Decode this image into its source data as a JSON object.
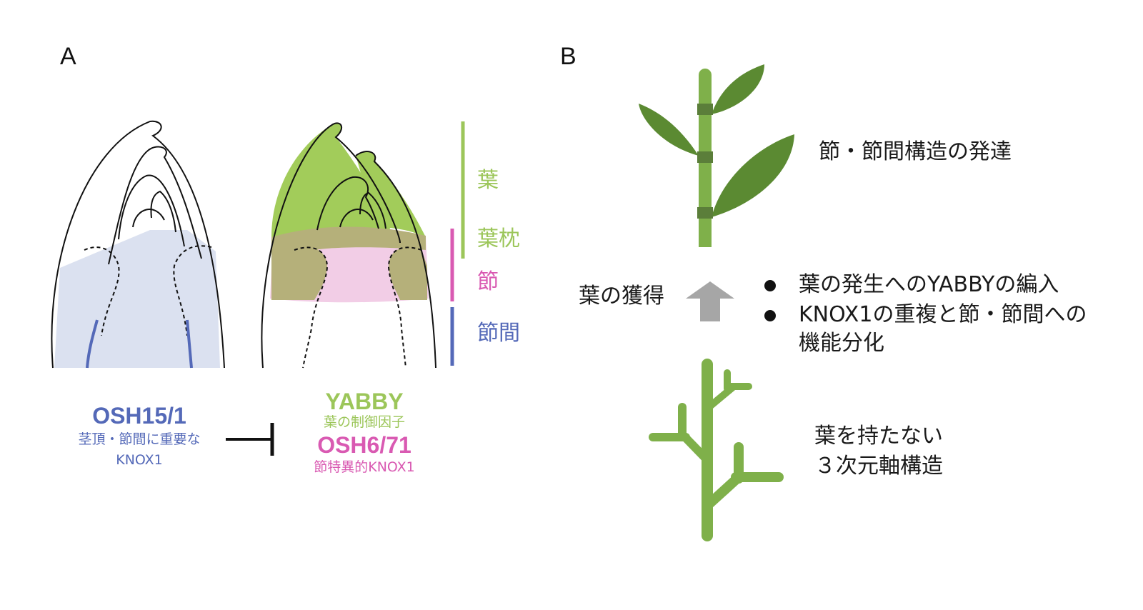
{
  "panel_a": {
    "label": "A",
    "zones": [
      {
        "label": "葉",
        "color": "#9cc65a"
      },
      {
        "label": "葉枕",
        "color": "#9cc65a"
      },
      {
        "label": "節",
        "color": "#d95ab2"
      },
      {
        "label": "節間",
        "color": "#5469b8"
      }
    ],
    "left_gene": {
      "name": "OSH15/1",
      "desc_line1": "茎頂・節間に重要な",
      "desc_line2": "KNOX1",
      "color": "#5469b8"
    },
    "right_gene_1": {
      "name": "YABBY",
      "desc": "葉の制御因子",
      "color": "#9cc65a"
    },
    "right_gene_2": {
      "name": "OSH6/71",
      "desc": "節特異的KNOX1",
      "color": "#d95ab2"
    },
    "colors": {
      "meristem_blue": "#dbe1f0",
      "leaf_green": "#a2cc5a",
      "node_pink": "#f2cde6",
      "overlap_olive": "#b5b07a"
    }
  },
  "panel_b": {
    "label": "B",
    "top_caption": "節・節間構造の発達",
    "arrow_label": "葉の獲得",
    "bullets": [
      "葉の発生へのYABBYの編入",
      "KNOX1の重複と節・節間への"
    ],
    "bullet_continuation": "機能分化",
    "bottom_caption_line1": "葉を持たない",
    "bottom_caption_line2": "３次元軸構造",
    "colors": {
      "stem": "#7fb04a",
      "leaf_dark": "#5b8a32",
      "arrow": "#a6a6a6"
    }
  }
}
